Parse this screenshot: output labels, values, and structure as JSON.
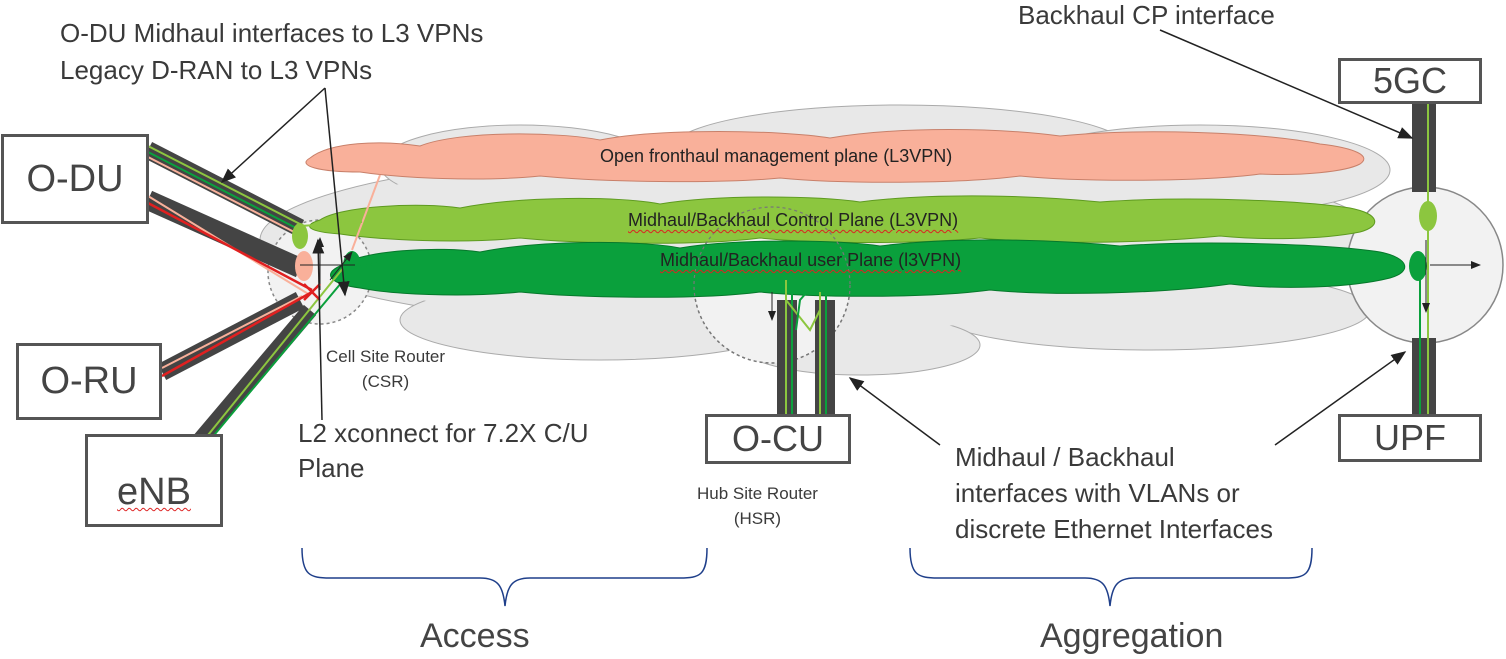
{
  "annotations": {
    "odu_midhaul": "O-DU Midhaul interfaces to L3 VPNs",
    "legacy_dran": "Legacy D-RAN to L3 VPNs",
    "backhaul_cp": "Backhaul CP interface",
    "l2_xconnect_line1": "L2 xconnect for 7.2X C/U",
    "l2_xconnect_line2": "Plane",
    "midhaul_backhaul_line1": "Midhaul / Backhaul",
    "midhaul_backhaul_line2": "interfaces with VLANs or",
    "midhaul_backhaul_line3": "discrete Ethernet Interfaces"
  },
  "clouds": {
    "management": "Open fronthaul management plane (L3VPN)",
    "control": "Midhaul/Backhaul Control Plane (L3VPN)",
    "user": "Midhaul/Backhaul user Plane (l3VPN)"
  },
  "nodes": {
    "odu": "O-DU",
    "oru": "O-RU",
    "enb": "eNB",
    "ocu": "O-CU",
    "fivegc": "5GC",
    "upf": "UPF"
  },
  "routers": {
    "csr_line1": "Cell Site Router",
    "csr_line2": "(CSR)",
    "hsr_line1": "Hub Site Router",
    "hsr_line2": "(HSR)"
  },
  "segments": {
    "access": "Access",
    "aggregation": "Aggregation"
  },
  "colors": {
    "mgmt_cloud": "#f9b09a",
    "control_cloud": "#8cc63f",
    "user_cloud": "#0aa03c",
    "grey_cloud": "#e6e6e6",
    "cable_dark": "#444444",
    "brace": "#1f3f8a",
    "red_line": "#e02020"
  }
}
